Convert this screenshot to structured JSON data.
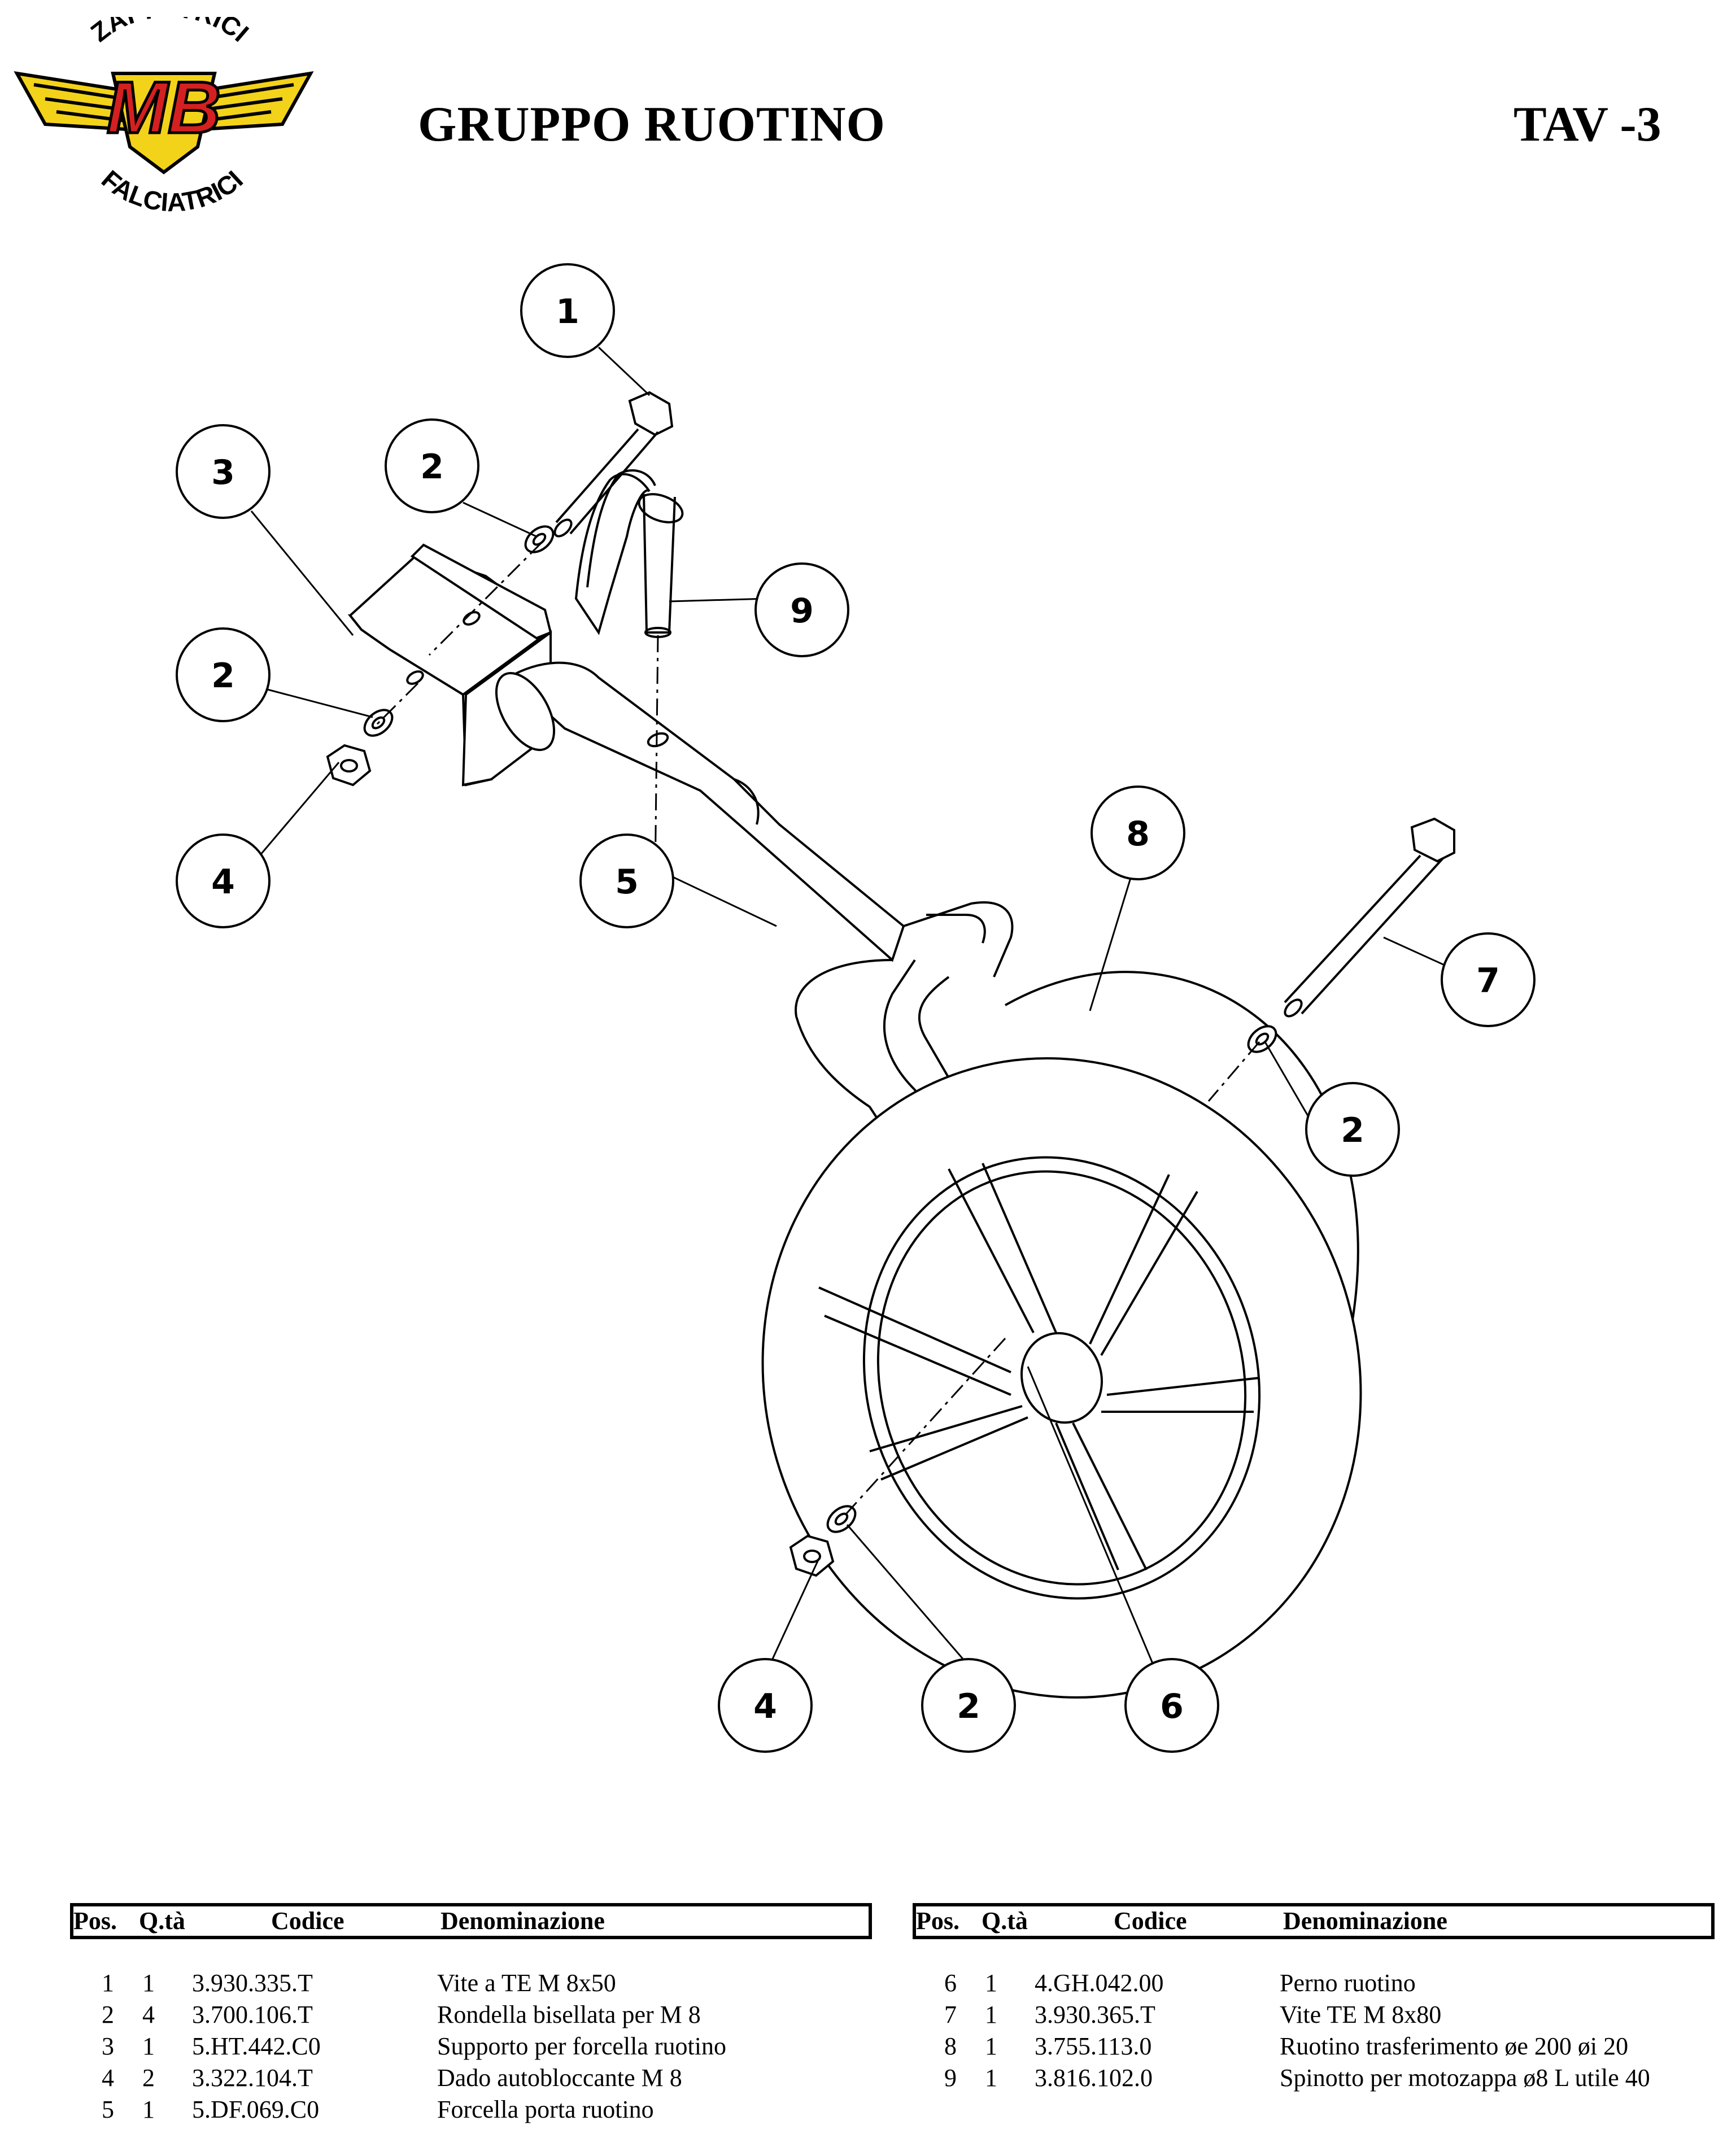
{
  "header": {
    "logo_top": "ZAPPATRICI",
    "logo_center": "MB",
    "logo_bottom": "FALCIATRICI",
    "title": "GRUPPO RUOTINO",
    "table_id": "TAV -3"
  },
  "callouts": [
    "1",
    "2",
    "3",
    "2",
    "9",
    "4",
    "5",
    "8",
    "7",
    "2",
    "4",
    "2",
    "6"
  ],
  "table_headers": {
    "pos": "Pos.",
    "qta": "Q.tà",
    "codice": "Codice",
    "denominazione": "Denominazione"
  },
  "parts_left": [
    {
      "pos": "1",
      "qta": "1",
      "codice": "3.930.335.T",
      "denominazione": "Vite a TE M 8x50"
    },
    {
      "pos": "2",
      "qta": "4",
      "codice": "3.700.106.T",
      "denominazione": "Rondella bisellata per M 8"
    },
    {
      "pos": "3",
      "qta": "1",
      "codice": "5.HT.442.C0",
      "denominazione": "Supporto per forcella ruotino"
    },
    {
      "pos": "4",
      "qta": "2",
      "codice": "3.322.104.T",
      "denominazione": "Dado autobloccante M 8"
    },
    {
      "pos": "5",
      "qta": "1",
      "codice": "5.DF.069.C0",
      "denominazione": "Forcella porta ruotino"
    }
  ],
  "parts_right": [
    {
      "pos": "6",
      "qta": "1",
      "codice": "4.GH.042.00",
      "denominazione": "Perno ruotino"
    },
    {
      "pos": "7",
      "qta": "1",
      "codice": "3.930.365.T",
      "denominazione": "Vite TE M 8x80"
    },
    {
      "pos": "8",
      "qta": "1",
      "codice": "3.755.113.0",
      "denominazione": "Ruotino trasferimento øe 200 øi 20"
    },
    {
      "pos": "9",
      "qta": "1",
      "codice": "3.816.102.0",
      "denominazione": "Spinotto per motozappa ø8 L utile 40"
    }
  ],
  "colors": {
    "logo_red": "#d42020",
    "logo_yellow": "#f3d21a",
    "ink": "#000000"
  }
}
